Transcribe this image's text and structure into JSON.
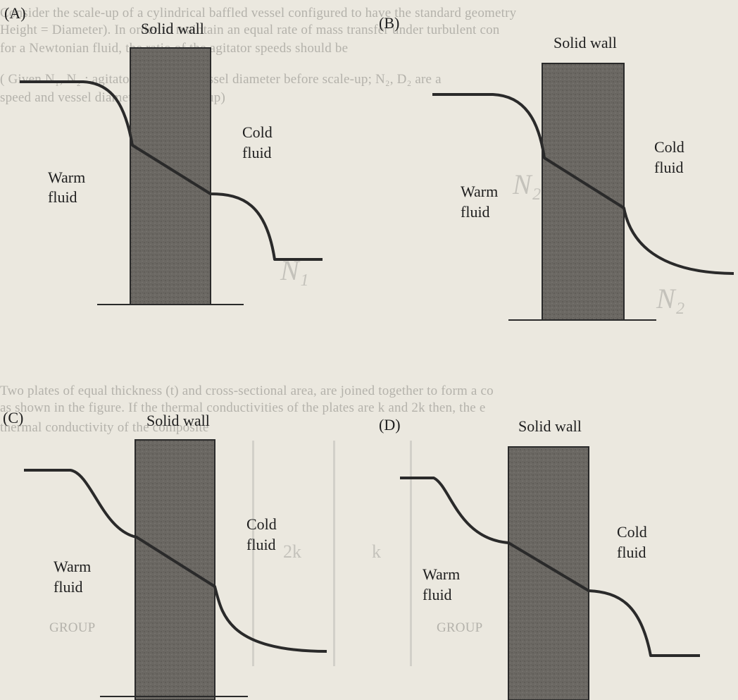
{
  "panels": [
    {
      "letter": "(A)",
      "wall_label": "Solid wall",
      "warm_line1": "Warm",
      "warm_line2": "fluid",
      "cold_line1": "Cold",
      "cold_line2": "fluid"
    },
    {
      "letter": "(B)",
      "wall_label": "Solid wall",
      "warm_line1": "Warm",
      "warm_line2": "fluid",
      "cold_line1": "Cold",
      "cold_line2": "fluid"
    },
    {
      "letter": "(C)",
      "wall_label": "Solid wall",
      "warm_line1": "Warm",
      "warm_line2": "fluid",
      "cold_line1": "Cold",
      "cold_line2": "fluid"
    },
    {
      "letter": "(D)",
      "wall_label": "Solid wall",
      "warm_line1": "Warm",
      "warm_line2": "fluid",
      "cold_line1": "Cold",
      "cold_line2": "fluid"
    }
  ],
  "bleed_through": {
    "lines": [
      "Consider the scale-up of a cylindrical baffled vessel configured to have the standard geometry",
      "Height = Diameter). In order to maintain an equal rate of mass transfer under turbulent con",
      "for a Newtonian fluid, the ratio of the agitator speeds should be",
      "( Given N₁, N₂ : agitator speed and vessel diameter before scale-up; N₂, D₂ are a",
      "speed and vessel diameter after scale-up)",
      "Two plates of equal thickness (t) and cross-sectional area, are joined together to form a co",
      "as shown in the figure. If the thermal conductivities of the plates are k and 2k then, the e",
      "thermal conductivity of the composite",
      "GROUP",
      "GROUP"
    ],
    "math": [
      "D₂",
      "N₂",
      "N₁",
      "N₂"
    ],
    "plate_labels": [
      "2k",
      "k"
    ]
  }
}
